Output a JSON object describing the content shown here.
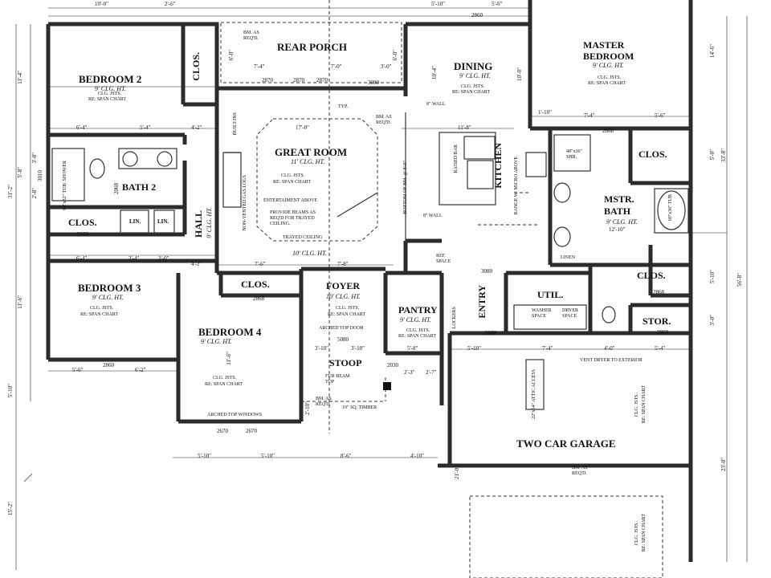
{
  "rooms": {
    "rear_porch": "REAR PORCH",
    "bedroom2": "BEDROOM 2",
    "bedroom2_ceiling": "9' CLG. HT.",
    "closet_top": "CLOS.",
    "great_room": "GREAT ROOM",
    "great_room_ceiling": "11' CLG. HT.",
    "dining": "DINING",
    "dining_ceiling": "9' CLG. HT.",
    "master_bedroom_line1": "MASTER",
    "master_bedroom_line2": "BEDROOM",
    "master_ceiling": "9' CLG. HT.",
    "bath2": "BATH 2",
    "closet_hall": "CLOS.",
    "linen1": "LIN.",
    "linen2": "LIN.",
    "hall": "HALL",
    "hall_ceiling": "9' CLG. HT.",
    "kitchen": "KITCHEN",
    "raised_bar": "RAISED BAR",
    "range": "RANGE W/ MICRO ABOVE",
    "master_closet": "CLOS.",
    "master_bath_line1": "MSTR.",
    "master_bath_line2": "BATH",
    "master_bath_ceiling": "9' CLG. HT.",
    "master_bath_ceiling2": "12'-10\"",
    "bedroom3": "BEDROOM 3",
    "bedroom3_ceiling": "9' CLG. HT.",
    "closet_b4": "CLOS.",
    "foyer": "FOYER",
    "foyer_ceiling": "10' CLG. HT.",
    "pantry": "PANTRY",
    "pantry_ceiling": "9' CLG. HT.",
    "entry": "ENTRY",
    "util": "UTIL.",
    "master_closet2": "CLOS.",
    "bedroom4": "BEDROOM 4",
    "bedroom4_ceiling": "9' CLG. HT.",
    "stoop": "STOOP",
    "storage": "STOR.",
    "garage": "TWO CAR GARAGE"
  },
  "notes": {
    "clg_jsts": "CLG. JSTS.",
    "span_chart": "RE: SPAN CHART",
    "bm_reqd": "BM. AS REQ'D.",
    "entertainment": "ENTERTAIMENT ABOVE",
    "provide_beams": "PROVIDE BEAMS AS REQ'D FOR TRAYED CEILING.",
    "trayed_ceiling": "TRAYED CEILING",
    "tenft_ceiling": "10' CLG. HT.",
    "fireplace": "NON-VENTED GAS LOGS",
    "built_ins": "BUILT-INS",
    "tub_shower": "60\"x32\" TUB/ SHOWER",
    "ref_space": "REF. SPACE",
    "eight_wall": "8\" WALL",
    "eight_wall2": "8\" WALL",
    "bottom_bm": "BOTTOM OF BM. @ 8'-0\"",
    "arched_door": "ARCHED TOP DOOR",
    "arched_windows": "ARCHED TOP WINDOWS",
    "fur_beam": "FUR BEAM TOP",
    "timber": "10\" SQ. TIMBER",
    "vent_dryer": "VENT DRYER TO EXTERIOR",
    "washer": "WASHER SPACE",
    "dryer": "DRYER SPACE",
    "lockers": "LOCKERS",
    "linen_master": "LINEN",
    "shower": "48\"x36\" SHR.",
    "tub": "60\"x36\" TUB",
    "attic": "22\"x54\" ATTIC ACCESS",
    "typ": "TYP."
  },
  "dims": {
    "top_10_0": "10'-0\"",
    "top_2_6": "2'-6\"",
    "top_5_10": "5'-10\"",
    "top_5_6": "5'-6\"",
    "rp_6_0a": "6'-0\"",
    "rp_6_0b": "6'-0\"",
    "rp_7_4": "7'-4\"",
    "rp_7_0": "7'-0\"",
    "rp_3_0": "3'-0\"",
    "w2870a": "2870",
    "w2870b": "2870",
    "w2870c": "2870",
    "w3080a": "3080",
    "w2860a": "2860",
    "d14_6": "14'-6\"",
    "d11_4": "11'-4\"",
    "d10_4": "10'-4\"",
    "d10_0": "10'-0\"",
    "d6_4a": "6'-4\"",
    "d5_4": "5'-4\"",
    "d4_2": "4'-2\"",
    "d17_0": "17'-0\"",
    "d11_8": "11'-8\"",
    "d7_4": "7'-4\"",
    "d5_6": "5'-6\"",
    "d1_10": "1'-10\"",
    "d3_0": "3'-0\"",
    "d2_8": "2'-8\"",
    "d5_8": "5'-8\"",
    "d31_2": "31'-2\"",
    "d6_4b": "6'-4\"",
    "d3_4": "3'-4\"",
    "d2_0": "2'-0\"",
    "d4_2b": "4'-2\"",
    "d7_6": "7'-6\"",
    "d7_8": "7'-8\"",
    "d11_6": "11'-6\"",
    "d5_6b": "5'-6\"",
    "d6_2": "6'-2\"",
    "d5_10a": "5'-10\"",
    "d3_10a": "3'-10\"",
    "d3_10b": "3'-10\"",
    "d5_8b": "5'-8\"",
    "d5_10b": "5'-10\"",
    "d7_4b": "7'-4\"",
    "d4_0": "4'-0\"",
    "d5_4b": "5'-4\"",
    "d2_10": "2'-10\"",
    "d2_3": "2'-3\"",
    "d2_7": "2'-7\"",
    "d5_10c": "5'-10\"",
    "d5_10d": "5'-10\"",
    "d8_6": "8'-6\"",
    "d4_10": "4'-10\"",
    "d21_0": "21'-0\"",
    "d23_0": "23'-0\"",
    "d15_2": "15'-2\"",
    "d33_8": "33'-8\"",
    "d56_8": "56'-8\"",
    "d5_0": "5'-0\"",
    "d5_10e": "5'-10\"",
    "d3_0b": "3'-0\"",
    "w2670a": "2670",
    "w2670b": "2670",
    "w2860b": "2860",
    "w2868a": "2868",
    "w2868b": "2868",
    "w2868c": "2868",
    "w2868d": "2868",
    "w2868e": "2868",
    "w2868f": "2868",
    "w3080b": "3080",
    "w5080": "5080",
    "w2030": "2030",
    "w3010": "3010",
    "w2068": "2068"
  }
}
